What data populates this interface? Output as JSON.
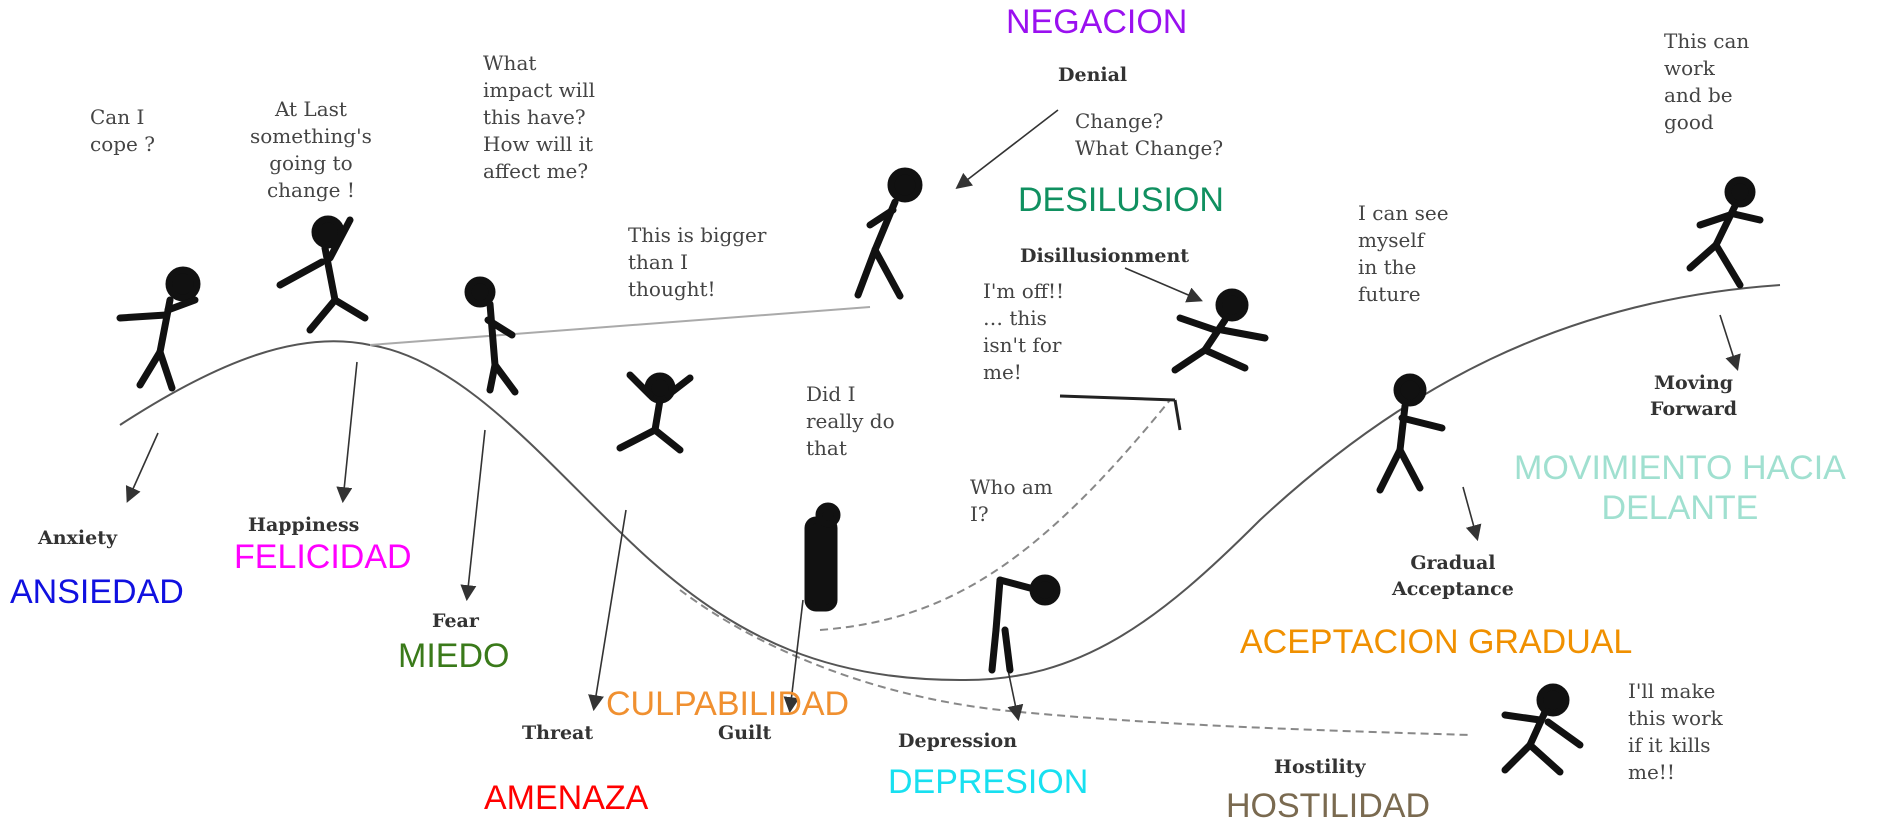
{
  "colors": {
    "ansiedad": "#1010e0",
    "felicidad": "#ff00ff",
    "miedo": "#3a7a1a",
    "amenaza": "#ff0000",
    "culpabilidad": "#f09030",
    "depresion": "#18e0f0",
    "hostilidad": "#7a6a50",
    "negacion": "#9a10f0",
    "desilusion": "#109060",
    "aceptacion": "#f09000",
    "movimiento": "#a0e0d0"
  },
  "stages_en": {
    "anxiety": "Anxiety",
    "happiness": "Happiness",
    "fear": "Fear",
    "threat": "Threat",
    "guilt": "Guilt",
    "depression": "Depression",
    "hostility": "Hostility",
    "denial": "Denial",
    "disillusionment": "Disillusionment",
    "gradual_acceptance": "Gradual\nAcceptance",
    "moving_forward": "Moving\nForward"
  },
  "stages_es": {
    "ansiedad": "ANSIEDAD",
    "felicidad": "FELICIDAD",
    "miedo": "MIEDO",
    "amenaza": "AMENAZA",
    "culpabilidad": "CULPABILIDAD",
    "depresion": "DEPRESION",
    "hostilidad": "HOSTILIDAD",
    "negacion": "NEGACION",
    "desilusion": "DESILUSION",
    "aceptacion": "ACEPTACION GRADUAL",
    "movimiento": "MOVIMIENTO HACIA\nDELANTE"
  },
  "thoughts": {
    "cope": "Can I\ncope ?",
    "at_last": "At Last\nsomething's\ngoing to\nchange !",
    "impact": "What\nimpact will\nthis have?\nHow will it\naffect me?",
    "bigger": "This is bigger\nthan I\nthought!",
    "change": "Change?\nWhat Change?",
    "off": "I'm off!!\n… this\nisn't for\nme!",
    "really": "Did I\nreally do\nthat",
    "who": "Who am\nI?",
    "see_myself": "I can see\nmyself\nin the\nfuture",
    "work_good": "This can\nwork\nand be\ngood",
    "make_work": "I'll make\nthis work\nif it kills\nme!!"
  }
}
